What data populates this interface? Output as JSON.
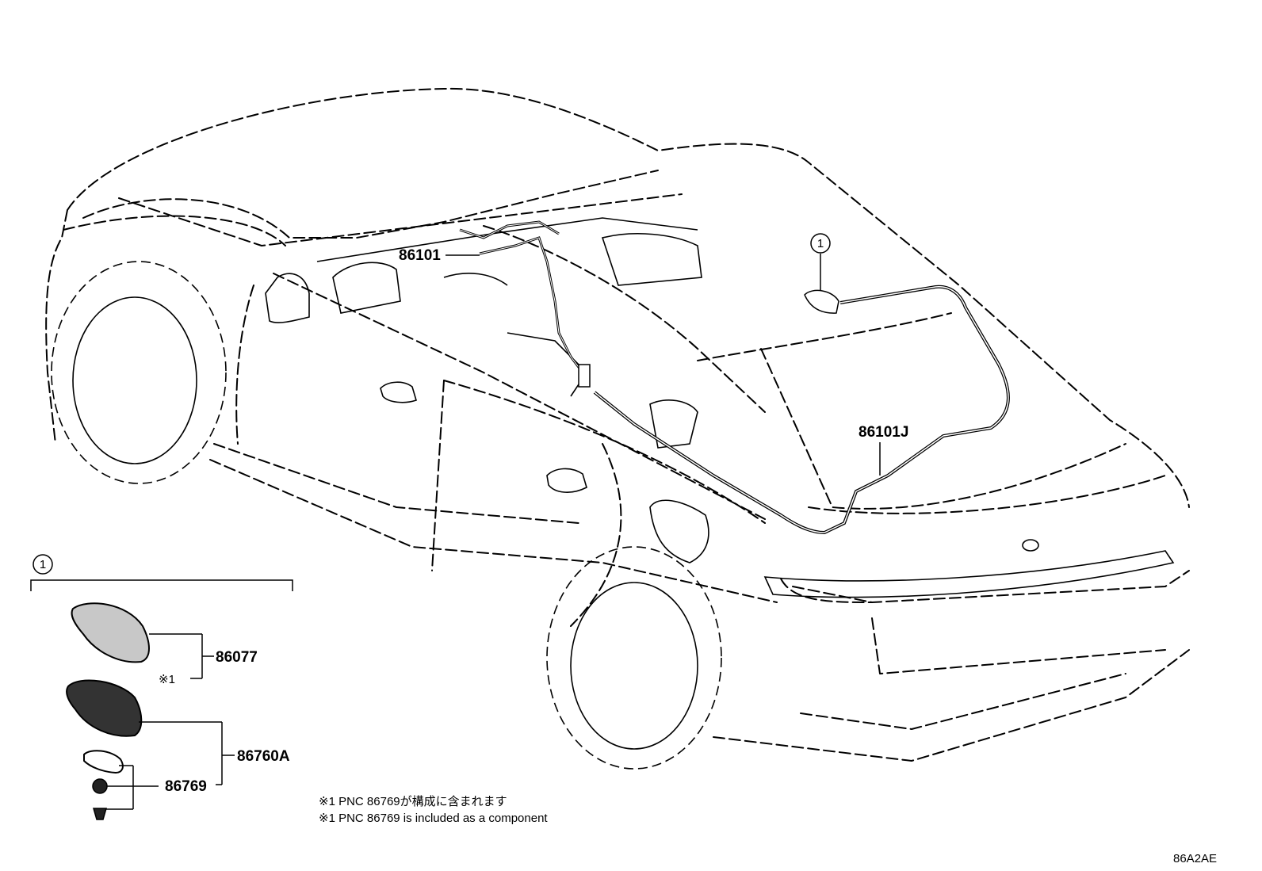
{
  "callouts": {
    "harness_front": "86101",
    "harness_rear": "86101J",
    "antenna_cover": "86077",
    "antenna_assy": "86760A",
    "gasket": "86769",
    "note_mark": "※1",
    "ref_number": "1"
  },
  "notes": {
    "line_jp": "※1 PNC 86769が構成に含まれます",
    "line_en": "※1 PNC 86769 is included as a component"
  },
  "figure_code": "86A2AE"
}
